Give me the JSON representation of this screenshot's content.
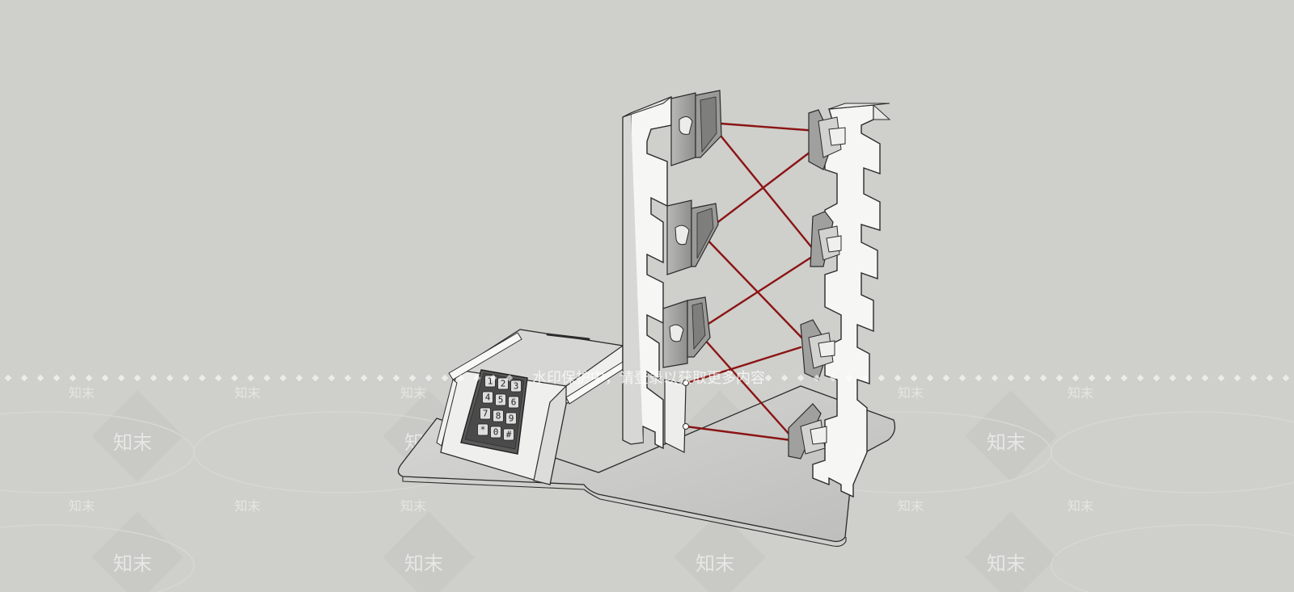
{
  "colors": {
    "background": "#cfcfcb",
    "laser": "#8b1414",
    "panel": "#f4f4f2",
    "outline": "#2b2b2b",
    "keypad": "#4a4a4a",
    "watermark": "#ffffff"
  },
  "watermark": {
    "banner_text": "水印保护中，请登录以获取更多内容",
    "tile_text": "知末"
  },
  "keypad": {
    "keys": [
      "1",
      "2",
      "3",
      "4",
      "5",
      "6",
      "7",
      "8",
      "9",
      "*",
      "0",
      "#"
    ]
  }
}
